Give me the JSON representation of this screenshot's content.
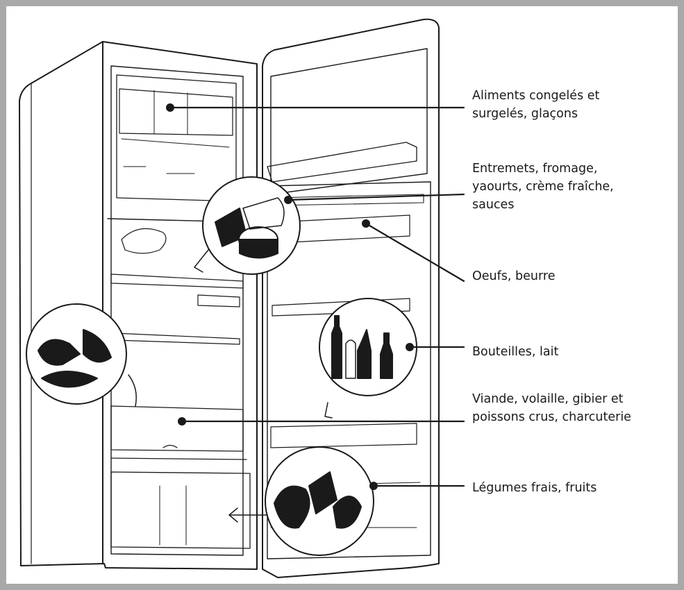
{
  "colors": {
    "frame": "#a9a9a9",
    "ink": "#1a1a1a",
    "background": "#ffffff"
  },
  "labels": {
    "freezer": {
      "line1": "Aliments congelés et",
      "line2": "surgelés, glaçons"
    },
    "dairy": {
      "line1": "Entremets, fromage,",
      "line2": "yaourts, crème fraîche,",
      "line3": "sauces"
    },
    "eggs": {
      "line1": "Oeufs, beurre"
    },
    "bottles": {
      "line1": "Bouteilles, lait"
    },
    "meat": {
      "line1": "Viande, volaille, gibier et",
      "line2": "poissons crus, charcuterie"
    },
    "vegetables": {
      "line1": "Légumes frais, fruits"
    }
  }
}
